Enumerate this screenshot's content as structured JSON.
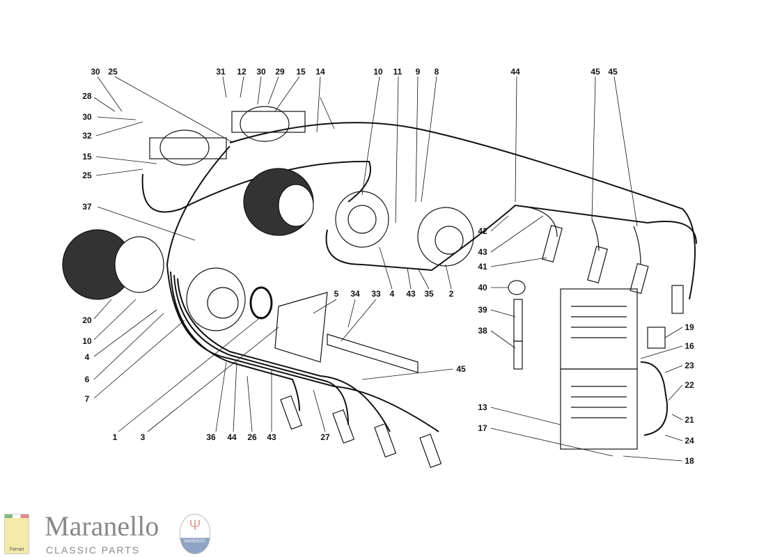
{
  "watermark": {
    "brand": "Maranello",
    "sub": "CLASSIC PARTS",
    "parts_word": "PARTS"
  },
  "logo": {
    "brand": "Maranello",
    "sub": "CLASSIC PARTS",
    "ferrari": "Ferrari",
    "maserati": "MASERATI"
  },
  "callouts": [
    "30",
    "25",
    "28",
    "30",
    "32",
    "15",
    "25",
    "37",
    "20",
    "10",
    "4",
    "6",
    "7",
    "1",
    "3",
    "36",
    "44",
    "26",
    "43",
    "27",
    "31",
    "12",
    "30",
    "29",
    "15",
    "14",
    "10",
    "11",
    "9",
    "8",
    "44",
    "45",
    "45",
    "42",
    "43",
    "41",
    "40",
    "39",
    "38",
    "5",
    "34",
    "33",
    "45",
    "4",
    "43",
    "35",
    "2",
    "13",
    "17",
    "19",
    "16",
    "23",
    "22",
    "21",
    "24",
    "18"
  ],
  "colors": {
    "ink": "#111111",
    "watermark": "#ececec"
  }
}
